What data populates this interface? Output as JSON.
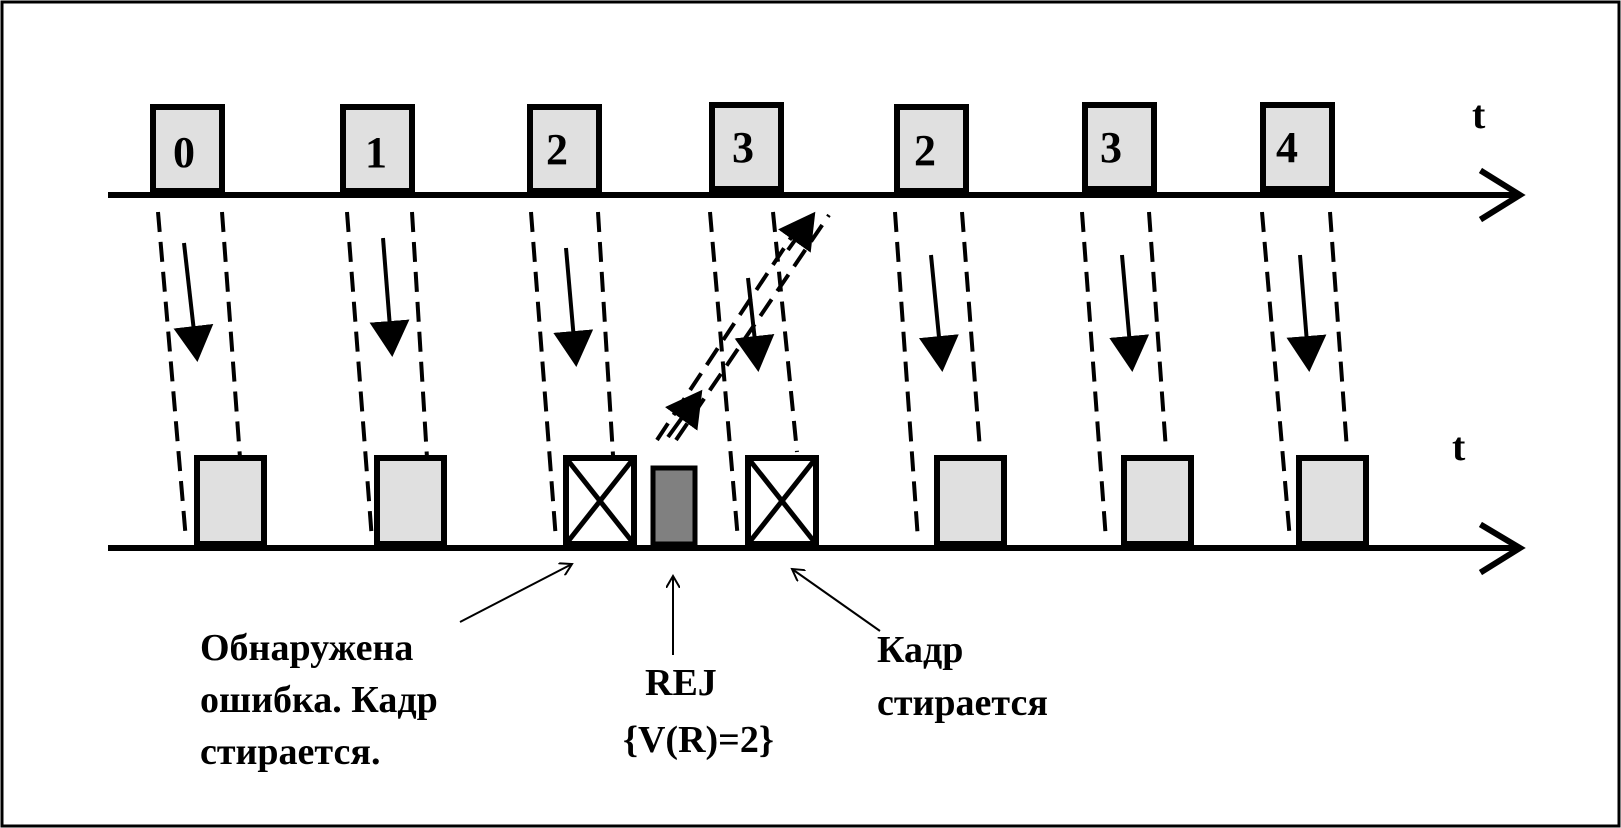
{
  "sender": {
    "axis_label": "t",
    "frames": [
      "0",
      "1",
      "2",
      "3",
      "2",
      "3",
      "4"
    ]
  },
  "receiver": {
    "axis_label": "t",
    "frames": [
      {
        "status": "received"
      },
      {
        "status": "received"
      },
      {
        "status": "erased"
      },
      {
        "status": "rej"
      },
      {
        "status": "erased"
      },
      {
        "status": "received"
      },
      {
        "status": "received"
      },
      {
        "status": "received"
      }
    ]
  },
  "annotations": {
    "error": [
      "Обнаружена",
      "ошибка. Кадр",
      "стирается."
    ],
    "rej": [
      "REJ",
      "{V(R)=2}"
    ],
    "erased": [
      "Кадр",
      "стирается"
    ]
  },
  "colors": {
    "frame_fill": "#e0e0e0",
    "rej_fill": "#808080",
    "border": "#000000",
    "frame_outline": "#000000"
  }
}
